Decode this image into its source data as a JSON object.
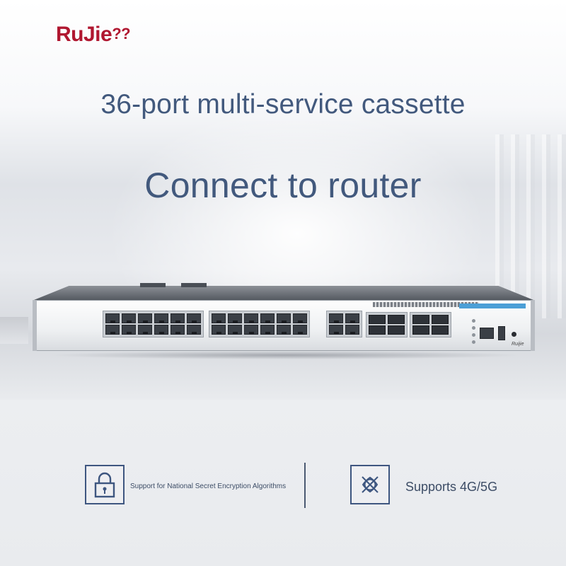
{
  "brand": {
    "name": "RuJie",
    "suffix": "??"
  },
  "headline": {
    "line1": "36-port multi-service cassette",
    "line2": "Connect to router"
  },
  "device": {
    "brand_mark": "Ruijie",
    "rj45_block_a": 12,
    "rj45_block_b": 12,
    "rj45_block_c": 4,
    "sfp_block_a": 4,
    "sfp_block_b": 4
  },
  "features": [
    {
      "icon": "padlock-icon",
      "text": "Support for National Secret Encryption Algorithms"
    },
    {
      "icon": "signal-4g5g-icon",
      "text": "Supports 4G/5G"
    }
  ],
  "colors": {
    "brand": "#b01730",
    "headline": "#42597d",
    "accent": "#4c9fd6"
  }
}
